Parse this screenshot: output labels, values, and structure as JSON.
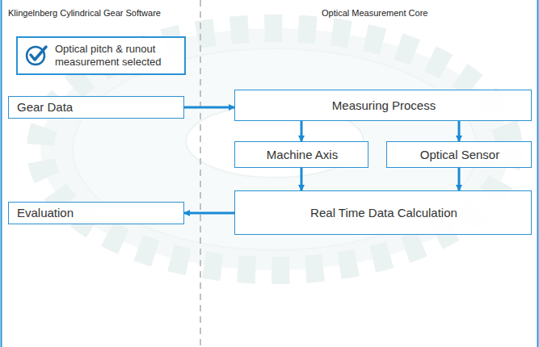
{
  "diagram": {
    "nodes": [
      {
        "text": [
          "Optical pitch & runout measurement selected"
        ]
      },
      {
        "text": [
          "Gear Data"
        ]
      },
      {
        "text": [
          "Measuring Process"
        ]
      },
      {
        "text": [
          "Machine Axis"
        ]
      },
      {
        "text": [
          "Optical Sensor"
        ]
      },
      {
        "text": [
          "Evaluation"
        ]
      },
      {
        "text": [
          "Real Time Data Calculation"
        ]
      }
    ],
    "edges": [
      {
        "from": 1,
        "to": 2,
        "arrow": "to"
      },
      {
        "from": 2,
        "to": 3,
        "arrow": "to"
      },
      {
        "from": 2,
        "to": 4,
        "arrow": "to"
      },
      {
        "from": 3,
        "to": 6,
        "arrow": "to"
      },
      {
        "from": 4,
        "to": 6,
        "arrow": "to"
      },
      {
        "from": 6,
        "to": 5,
        "arrow": "to"
      }
    ],
    "labels": [
      "Klingelnberg Cylindrical Gear Software",
      "Optical Measurement Core"
    ]
  }
}
